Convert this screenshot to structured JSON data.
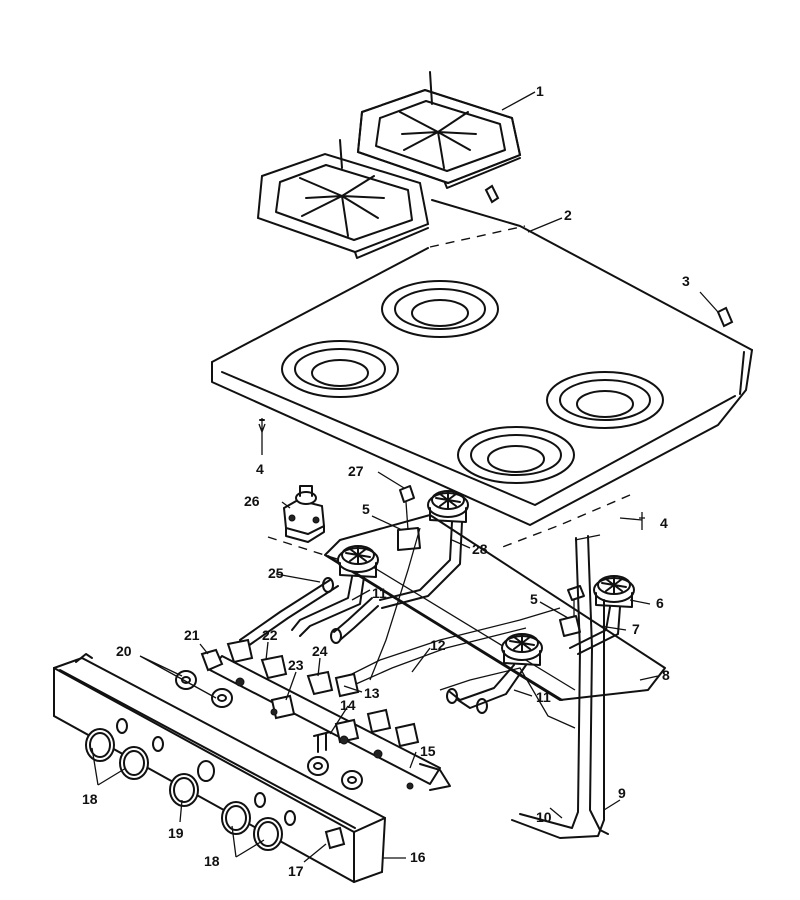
{
  "diagram": {
    "callouts": [
      {
        "label": "1"
      },
      {
        "label": "2"
      },
      {
        "label": "3"
      },
      {
        "label": "4"
      },
      {
        "label": "4"
      },
      {
        "label": "5"
      },
      {
        "label": "5"
      },
      {
        "label": "6"
      },
      {
        "label": "7"
      },
      {
        "label": "8"
      },
      {
        "label": "9"
      },
      {
        "label": "10"
      },
      {
        "label": "11"
      },
      {
        "label": "11"
      },
      {
        "label": "12"
      },
      {
        "label": "13"
      },
      {
        "label": "14"
      },
      {
        "label": "15"
      },
      {
        "label": "16"
      },
      {
        "label": "17"
      },
      {
        "label": "18"
      },
      {
        "label": "18"
      },
      {
        "label": "19"
      },
      {
        "label": "20"
      },
      {
        "label": "21"
      },
      {
        "label": "22"
      },
      {
        "label": "23"
      },
      {
        "label": "24"
      },
      {
        "label": "25"
      },
      {
        "label": "26"
      },
      {
        "label": "27"
      },
      {
        "label": "28"
      }
    ]
  }
}
